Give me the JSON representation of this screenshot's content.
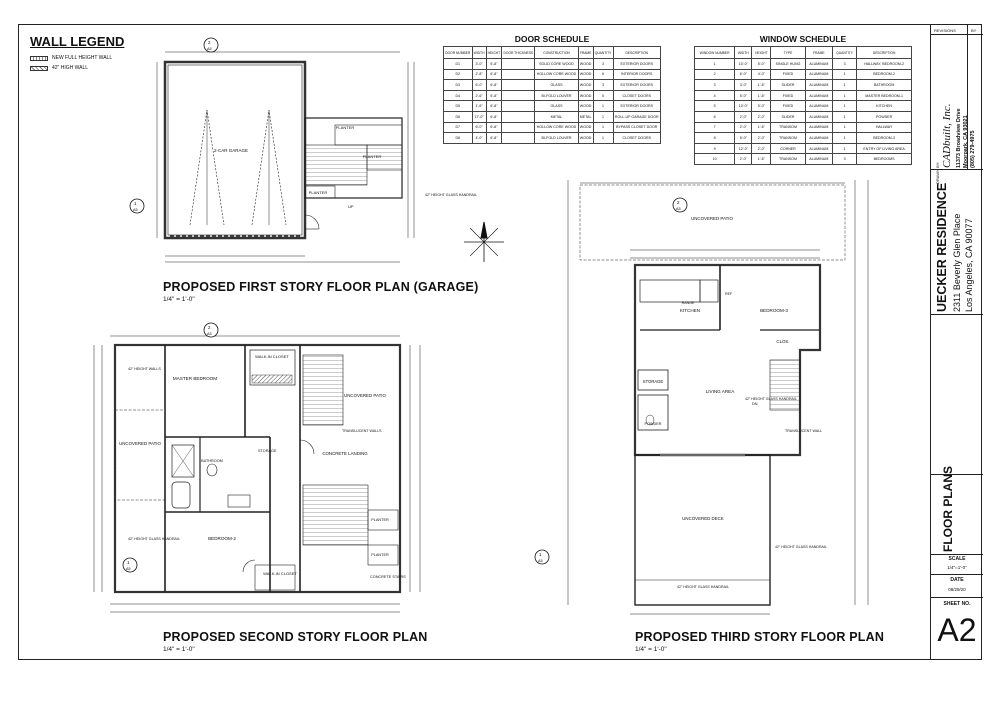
{
  "legend": {
    "title": "WALL LEGEND",
    "items": [
      {
        "label": "NEW FULL HEIGHT WALL",
        "pattern": "full"
      },
      {
        "label": "42\" HIGH WALL",
        "pattern": "half"
      }
    ]
  },
  "door_schedule": {
    "title": "DOOR SCHEDULE",
    "headers": [
      "DOOR NUMBER",
      "WIDTH",
      "HEIGHT",
      "DOOR THICKNESS",
      "CONSTRUCTION",
      "FRAME",
      "QUANTITY",
      "DESCRIPTION"
    ],
    "rows": [
      [
        "D1",
        "3'-0\"",
        "6'-8\"",
        "",
        "SOLID CORE WOOD",
        "WOOD",
        "3",
        "EXTERIOR DOORS"
      ],
      [
        "D2",
        "2'-8\"",
        "6'-8\"",
        "",
        "HOLLOW CORE WOOD",
        "WOOD",
        "6",
        "INTERIOR DOORS"
      ],
      [
        "D3",
        "6'-0\"",
        "6'-8\"",
        "",
        "GLASS",
        "WOOD",
        "3",
        "EXTERIOR DOORS"
      ],
      [
        "D4",
        "2'-6\"",
        "6'-8\"",
        "",
        "BI-FOLD LOUVER",
        "WOOD",
        "5",
        "CLOSET DOORS"
      ],
      [
        "D5",
        "1'-6\"",
        "6'-8\"",
        "",
        "GLASS",
        "WOOD",
        "1",
        "EXTERIOR DOORS"
      ],
      [
        "D6",
        "17'-0\"",
        "6'-8\"",
        "",
        "METAL",
        "METAL",
        "1",
        "ROLL-UP GARAGE DOOR"
      ],
      [
        "D7",
        "6'-0\"",
        "6'-8\"",
        "",
        "HOLLOW CORE WOOD",
        "WOOD",
        "1",
        "BYPASS CLOSET DOOR"
      ],
      [
        "D8",
        "4'-0\"",
        "6'-8\"",
        "",
        "BI-FOLD LOUVER",
        "WOOD",
        "1",
        "CLOSET DOORS"
      ]
    ]
  },
  "window_schedule": {
    "title": "WINDOW SCHEDULE",
    "headers": [
      "WINDOW NUMBER",
      "WIDTH",
      "HEIGHT",
      "TYPE",
      "FRAME",
      "QUANTITY",
      "DESCRIPTION"
    ],
    "rows": [
      [
        "1",
        "10'-0\"",
        "5'-0\"",
        "SINGLE HUNG",
        "ALUMINUM",
        "3",
        "HALLWAY, BEDROOM-2"
      ],
      [
        "2",
        "6'-0\"",
        "4'-0\"",
        "FIXED",
        "ALUMINUM",
        "1",
        "BEDROOM-2"
      ],
      [
        "3",
        "3'-0\"",
        "1'-6\"",
        "SLIDER",
        "ALUMINUM",
        "1",
        "BATHROOM"
      ],
      [
        "4",
        "5'-0\"",
        "1'-6\"",
        "FIXED",
        "ALUMINUM",
        "1",
        "MASTER BEDROOM-1"
      ],
      [
        "5",
        "10'-0\"",
        "5'-0\"",
        "FIXED",
        "ALUMINUM",
        "1",
        "KITCHEN"
      ],
      [
        "6",
        "2'-0\"",
        "2'-0\"",
        "SLIDER",
        "ALUMINUM",
        "1",
        "POWDER"
      ],
      [
        "7",
        "2'-0\"",
        "1'-6\"",
        "TRANSOM",
        "ALUMINUM",
        "1",
        "HALLWAY"
      ],
      [
        "8",
        "5'-0\"",
        "2'-0\"",
        "TRANSOM",
        "ALUMINUM",
        "1",
        "BEDROOM-3"
      ],
      [
        "9",
        "12'-0\"",
        "2'-0\"",
        "CORNER",
        "ALUMINUM",
        "1",
        "ENTRY OF LIVING AREA"
      ],
      [
        "10",
        "2'-0\"",
        "1'-6\"",
        "TRANSOM",
        "ALUMINUM",
        "3",
        "BEDROOMS"
      ]
    ]
  },
  "plans": {
    "first": {
      "title": "PROPOSED FIRST STORY FLOOR PLAN (GARAGE)",
      "scale": "1/4\" = 1'-0\"",
      "rooms": [
        "2-CAR GARAGE",
        "PLANTER",
        "PLANTER",
        "PLANTER",
        "42\" HEIGHT GLASS HANDRAIL",
        "UP"
      ]
    },
    "second": {
      "title": "PROPOSED SECOND STORY FLOOR PLAN",
      "scale": "1/4\" = 1'-0\"",
      "rooms": [
        "MASTER BEDROOM",
        "WALK-IN CLOSET",
        "UNCOVERED PATIO",
        "UNCOVERED PATIO",
        "CONCRETE LANDING",
        "BATHROOM",
        "BEDROOM-2",
        "WALK-IN CLOSET",
        "CONCRETE STAIRS",
        "42\" HEIGHT GLASS HANDRAIL",
        "TRANSLUCENT WALLS",
        "STORAGE",
        "PLANTER",
        "PLANTER",
        "42\" HEIGHT WALLS"
      ]
    },
    "third": {
      "title": "PROPOSED THIRD STORY FLOOR PLAN",
      "scale": "1/4\" = 1'-0\"",
      "rooms": [
        "UNCOVERED PATIO",
        "KITCHEN",
        "BEDROOM-3",
        "CLOS.",
        "STORAGE",
        "LIVING AREA",
        "POWDER",
        "UNCOVERED DECK",
        "42\" HEIGHT GLASS HANDRAIL",
        "42\" HEIGHT GLASS HANDRAIL",
        "42\" HEIGHT GLASS HANDRAIL",
        "TRANSLUCENT WALL",
        "REF",
        "RANGE",
        "DN"
      ]
    }
  },
  "title_block": {
    "revisions_label": "REVISIONS",
    "by_label": "BY",
    "drawn_by_label": "DRAWN BY:",
    "firm_name": "CADbuilt, Inc.",
    "firm_address_1": "11373 Broadview Drive",
    "firm_address_2": "Moorpark, CA 93021",
    "firm_phone": "(805) 279-4975",
    "project_name": "UECKER RESIDENCE",
    "project_address_1": "2311 Beverly Glen Place",
    "project_address_2": "Los Angeles, CA 90077",
    "sheet_title": "FLOOR PLANS",
    "scale_label": "SCALE",
    "scale_value": "1/4\"=1'-0\"",
    "date_label": "DATE",
    "date_value": "08/29/20",
    "sheet_no_label": "SHEET NO.",
    "sheet_no": "A2"
  },
  "section_markers": [
    {
      "num": "2",
      "sheet": "A5"
    },
    {
      "num": "1",
      "sheet": "A5"
    },
    {
      "num": "2",
      "sheet": "A5"
    },
    {
      "num": "1",
      "sheet": "A5"
    },
    {
      "num": "2",
      "sheet": "A5"
    },
    {
      "num": "1",
      "sheet": "A5"
    }
  ]
}
